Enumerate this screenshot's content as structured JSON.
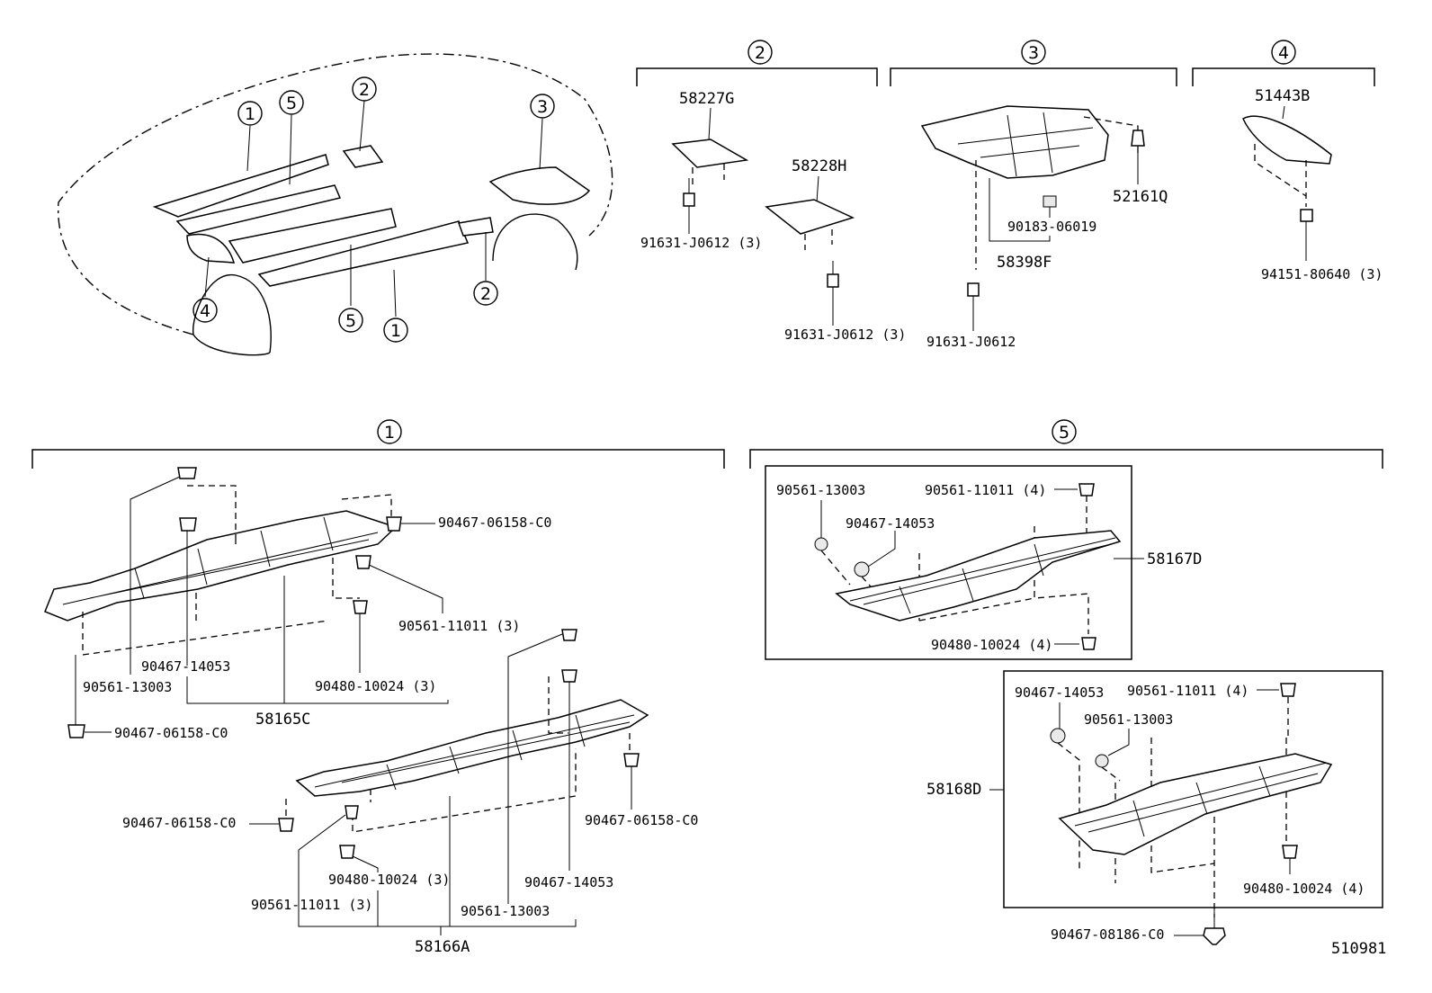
{
  "diagram_id": "510981",
  "callouts": {
    "c1": "1",
    "c2": "2",
    "c3": "3",
    "c4": "4",
    "c5": "5"
  },
  "labels": {
    "s2_58227G": "58227G",
    "s2_58228H": "58228H",
    "s2_bolt_a": "91631-J0612 (3)",
    "s2_bolt_b": "91631-J0612 (3)",
    "s3_90183": "90183-06019",
    "s3_52161Q": "52161Q",
    "s3_58398F": "58398F",
    "s3_bolt": "91631-J0612",
    "s4_51443B": "51443B",
    "s4_94151": "94151-80640 (3)",
    "s1_a_90467_0615": "90467-06158-C0",
    "s1_a_90561_11011": "90561-11011 (3)",
    "s1_a_90467_14053": "90467-14053",
    "s1_a_90480": "90480-10024 (3)",
    "s1_a_90561_13003": "90561-13003",
    "s1_a_58165C": "58165C",
    "s1_a_90467_0615_b": "90467-06158-C0",
    "s1_b_90467_0615_l": "90467-06158-C0",
    "s1_b_90467_0615_r": "90467-06158-C0",
    "s1_b_90480": "90480-10024 (3)",
    "s1_b_90467_14053": "90467-14053",
    "s1_b_90561_11011": "90561-11011 (3)",
    "s1_b_90561_13003": "90561-13003",
    "s1_b_58166A": "58166A",
    "s5_a_90561_13003": "90561-13003",
    "s5_a_90561_11011": "90561-11011 (4)",
    "s5_a_90467_14053": "90467-14053",
    "s5_a_58167D": "58167D",
    "s5_a_90480": "90480-10024 (4)",
    "s5_b_90467_14053": "90467-14053",
    "s5_b_90561_11011": "90561-11011 (4)",
    "s5_b_90561_13003": "90561-13003",
    "s5_b_58168D": "58168D",
    "s5_b_90480": "90480-10024 (4)",
    "s5_b_90467_08186": "90467-08186-C0"
  }
}
